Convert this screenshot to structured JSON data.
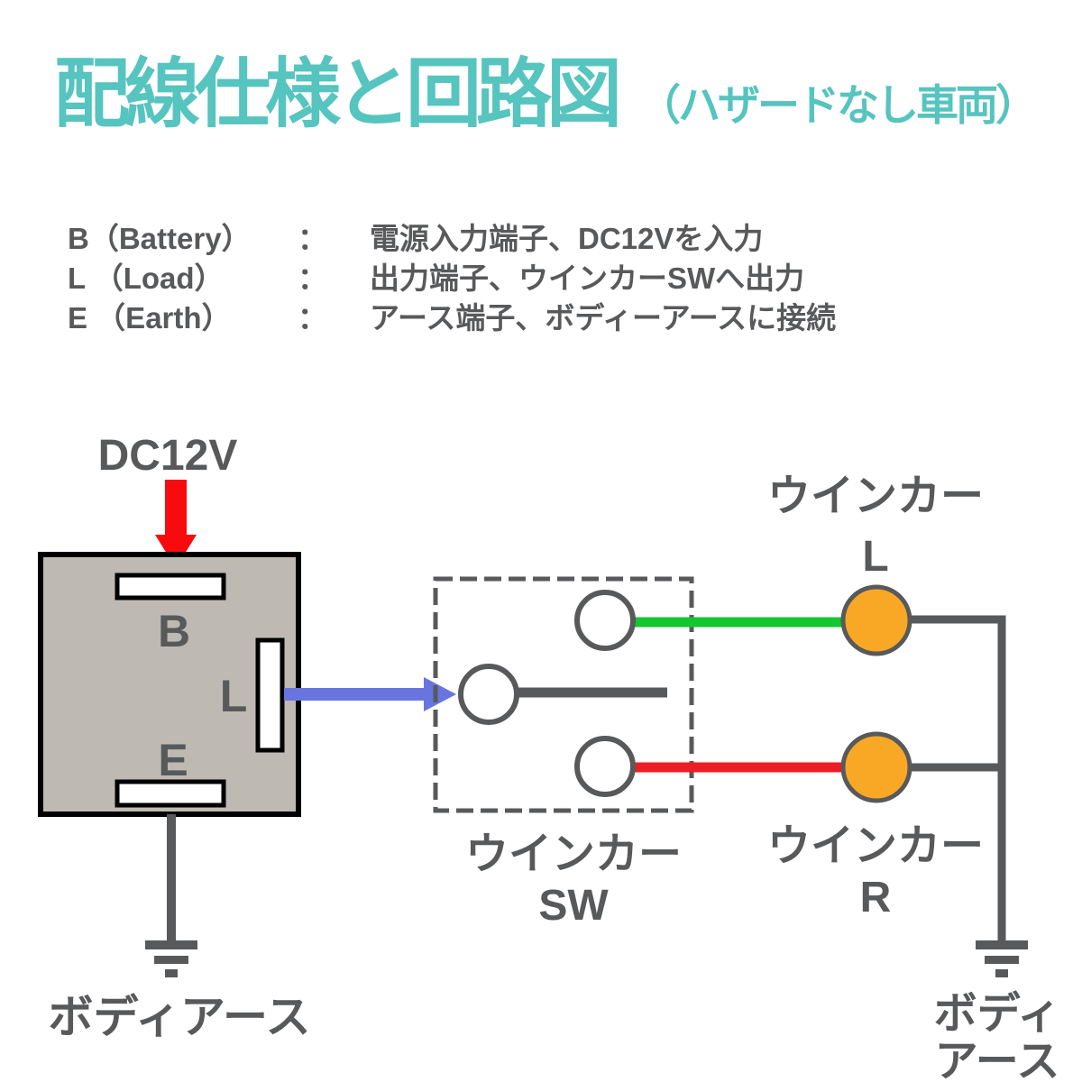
{
  "title": {
    "main": "配線仕様と回路図",
    "sub": "（ハザードなし車両）"
  },
  "legend": {
    "rows": [
      {
        "term": "B（Battery）",
        "colon": "：",
        "desc": "電源入力端子、DC12Vを入力"
      },
      {
        "term": "L （Load）",
        "colon": "：",
        "desc": "出力端子、ウインカーSWへ出力"
      },
      {
        "term": "E （Earth）",
        "colon": "：",
        "desc": "アース端子、ボディーアースに接続"
      }
    ]
  },
  "diagram": {
    "power_label": "DC12V",
    "relay_terminals": {
      "b": "B",
      "l": "L",
      "e": "E"
    },
    "switch_label": {
      "line1": "ウインカー",
      "line2": "SW"
    },
    "winker_left_label": {
      "line1": "ウインカー",
      "line2": "L"
    },
    "winker_right_label": {
      "line1": "ウインカー",
      "line2": "R"
    },
    "ground_left_label": "ボディアース",
    "ground_right_label": {
      "line1": "ボディ",
      "line2": "アース"
    }
  },
  "colors": {
    "teal": "#56C4BF",
    "ink": "#58595B",
    "relay_fill": "#BFB9B4",
    "outline": "#000000",
    "red_arrow": "#F80B0F",
    "red_wire": "#EE1C23",
    "green_wire": "#12C72F",
    "blue_arrow": "#6875E0",
    "lamp_orange": "#F9A825",
    "white": "#FFFFFF"
  }
}
